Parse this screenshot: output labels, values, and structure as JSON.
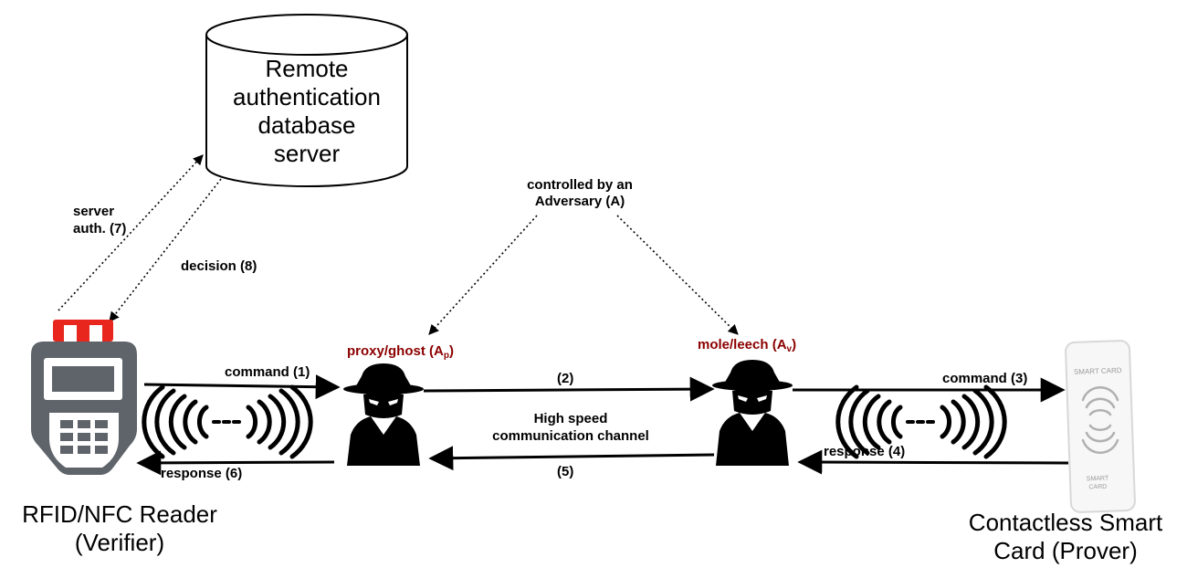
{
  "database": {
    "line1": "Remote",
    "line2": "authentication",
    "line3": "database",
    "line4": "server"
  },
  "adversary": {
    "line1": "controlled by an",
    "line2": "Adversary (A)"
  },
  "proxy": {
    "label": "proxy/ghost (A",
    "sub": "p",
    "close": ")"
  },
  "mole": {
    "label": "mole/leech (A",
    "sub": "v",
    "close": ")"
  },
  "arrows": {
    "server_auth_1": "server",
    "server_auth_2": "auth. (7)",
    "decision": "decision (8)",
    "command1": "command (1)",
    "step2": "(2)",
    "channel1": "High speed",
    "channel2": "communication channel",
    "step5": "(5)",
    "command3": "command (3)",
    "response4": "response (4)",
    "response6": "response (6)"
  },
  "reader": {
    "line1": "RFID/NFC Reader",
    "line2": "(Verifier)"
  },
  "card": {
    "line1": "Contactless Smart",
    "line2": "Card (Prover)",
    "print_top": "SMART CARD",
    "print_bottom1": "SMART",
    "print_bottom2": "CARD"
  },
  "colors": {
    "reader_body": "#5f646b",
    "reader_cap": "#e8261e",
    "adversary_label": "#8b0000"
  }
}
